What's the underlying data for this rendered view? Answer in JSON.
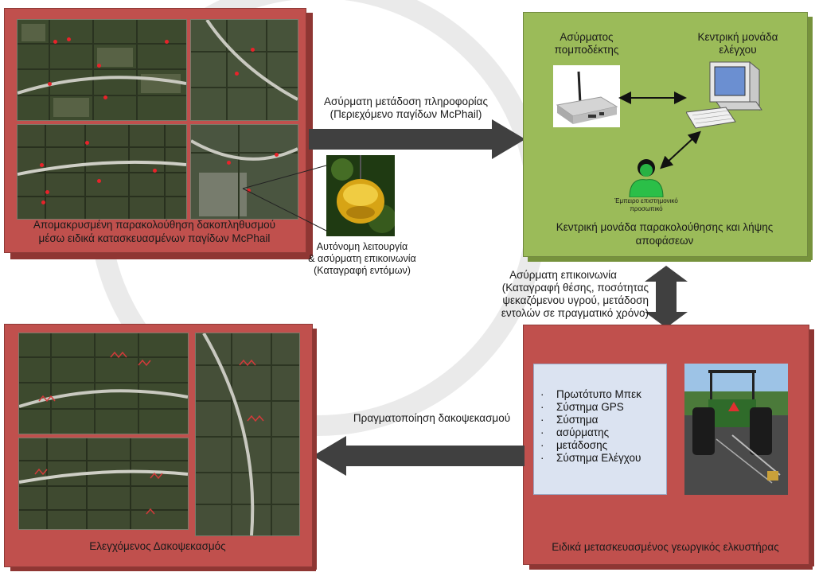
{
  "panels": {
    "monitoring": {
      "caption_line1": "Απομακρυσμένη παρακολούθηση δακοπληθυσμού",
      "caption_line2": "μέσω ειδικά κατασκευασμένων παγίδων McPhail"
    },
    "trap": {
      "caption_line1": "Αυτόνομη λειτουργία",
      "caption_line2": "& ασύρματη επικοινωνία",
      "caption_line3": "(Καταγραφή εντόμων)"
    },
    "central": {
      "transmitter_label_line1": "Ασύρματος",
      "transmitter_label_line2": "πομποδέκτης",
      "control_label_line1": "Κεντρική μονάδα",
      "control_label_line2": "ελέγχου",
      "personnel_line1": "Έμπειρο επιστημονικό",
      "personnel_line2": "προσωπικό",
      "caption_line1": "Κεντρική μονάδα παρακολούθησης και λήψης",
      "caption_line2": "αποφάσεων"
    },
    "tractor": {
      "items": [
        "Πρωτότυπο Μπεκ",
        "Σύστημα GPS",
        "Σύστημα",
        "ασύρματης",
        "μετάδοσης",
        "Σύστημα Ελέγχου"
      ],
      "caption": "Ειδικά μετασκευασμένος γεωργικός ελκυστήρας"
    },
    "spraying": {
      "caption": "Ελεγχόμενος Δακοψεκασμός"
    }
  },
  "arrows": {
    "top": {
      "line1": "Ασύρματη μετάδοση πληροφορίας",
      "line2": "(Περιεχόμενο παγίδων McPhail)"
    },
    "right": {
      "line1": "Ασύρματη επικοινωνία",
      "line2": "(Καταγραφή θέσης, ποσότητας",
      "line3": "ψεκαζόμενου υγρού, μετάδοση",
      "line4": "εντολών σε πραγματικό χρόνο)"
    },
    "bottom": {
      "line1": "Πραγματοποίηση δακοψεκασμού"
    }
  },
  "colors": {
    "red_panel": "#c0504d",
    "green_panel": "#9bbb59",
    "arrow": "#404040",
    "list_bg": "#dbe3f1"
  }
}
